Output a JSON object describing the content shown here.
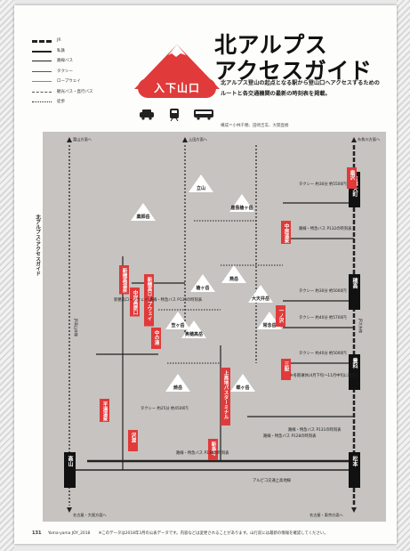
{
  "legend": [
    {
      "label": "JR",
      "style": "jr"
    },
    {
      "label": "私鉄",
      "style": "private"
    },
    {
      "label": "路線バス",
      "style": "bus"
    },
    {
      "label": "タクシー",
      "style": "taxi"
    },
    {
      "label": "ロープウェイ",
      "style": "rope"
    },
    {
      "label": "観光バス・直行バス",
      "style": "express"
    },
    {
      "label": "徒歩",
      "style": "walk"
    }
  ],
  "header": {
    "badge": "入下山口",
    "title_line1": "北アルプス",
    "title_line2": "アクセスガイド",
    "desc": "北アルプス登山の起点となる駅から登山口へアクセスするためのルートと各交通機関の最新の時刻表を掲載。",
    "credit": "構成＝小林千穂、田崎吉玄、大関直樹"
  },
  "side_label": "北アルプス/アクセスガイド",
  "colors": {
    "accent": "#e03a3a",
    "map_bg": "#c6c3c0"
  },
  "map": {
    "top_arrows": [
      "富山方面へ",
      "上田方面へ",
      "糸魚川方面へ"
    ],
    "bottom_arrows": [
      "名古屋・大阪方面へ",
      "名古屋・東京方面へ"
    ],
    "side_notes": [
      "JR高山本線",
      "JR大糸線"
    ],
    "peaks": [
      {
        "name": "立山",
        "left": false
      },
      {
        "name": "薬師岳"
      },
      {
        "name": "鹿島槍ヶ岳"
      },
      {
        "name": "燕岳"
      },
      {
        "name": "槍ヶ岳"
      },
      {
        "name": "大天井岳"
      },
      {
        "name": "笠ヶ岳"
      },
      {
        "name": "奥穂高岳"
      },
      {
        "name": "常念岳"
      },
      {
        "name": "焼岳"
      },
      {
        "name": "蝶ヶ岳"
      }
    ],
    "stations_v": [
      "信濃大町",
      "穂高",
      "豊科",
      "高山",
      "松本"
    ],
    "trailheads": [
      "扇沢",
      "中房温泉",
      "新穂高温泉",
      "中尾高原口",
      "中の湯",
      "上高地バスターミナル",
      "一ノ沢",
      "三股",
      "平湯温泉",
      "沢渡",
      "新島々",
      "新穂高ロープウェイ"
    ],
    "notes": [
      "タクシー 約30分 約5500円",
      "路線・特急バス P132の時刻表",
      "タクシー 約30分 約5000円",
      "タクシー 約40分 約5700円",
      "タクシー 約40分 約5000円",
      "※冬期運休(4月下旬〜11月中旬に運行)",
      "新穂高ロープウェイ 路線・特急バス P133の時刻表",
      "タクシー 約25分 約4500円",
      "路線・特急バス P128の時刻表",
      "路線・特急バス P131の時刻表",
      "路線・特急バス P130の時刻表",
      "アルピコ交通上高地線"
    ]
  },
  "footer": {
    "page": "131",
    "magazine": "Yama-yama JOY_2018",
    "note": "※このデータは2018年3月の公表データです。内容などは変更されることがあります。山行前には最新の情報を確認してください。"
  }
}
